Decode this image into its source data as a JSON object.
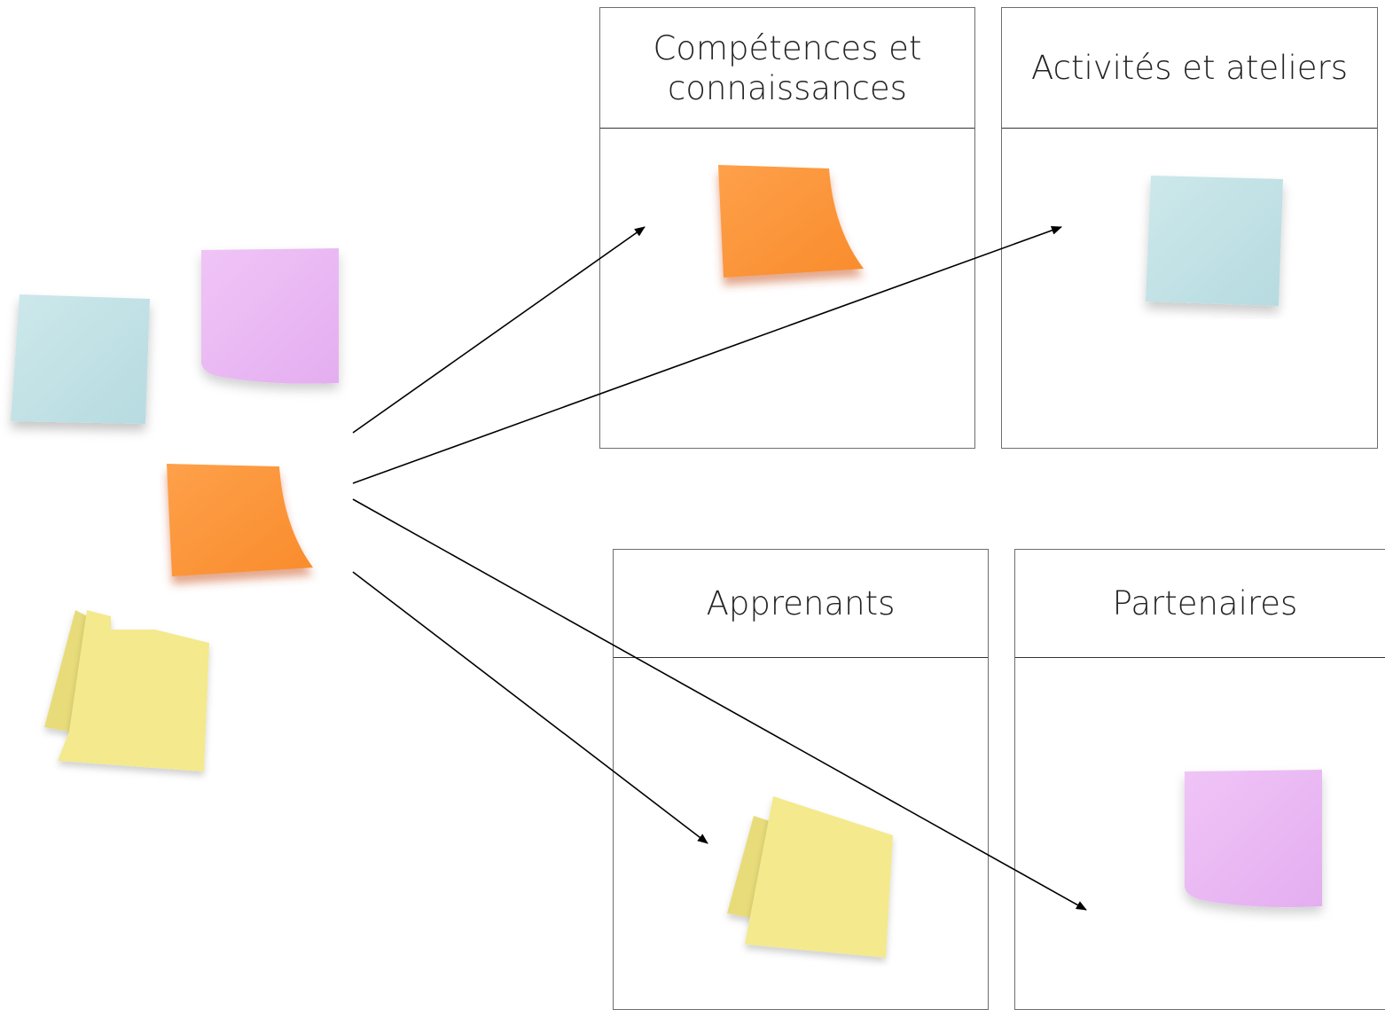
{
  "colors": {
    "teal": "#c2e2e5",
    "pink": "#eebcf5",
    "orange": "#fd9a3d",
    "yellow": "#f5ea8c",
    "line": "#000000"
  },
  "boards": [
    {
      "id": "competences",
      "title": "Compétences et\nconnaissances",
      "note_color": "orange"
    },
    {
      "id": "activites",
      "title": "Activités et ateliers",
      "note_color": "teal"
    },
    {
      "id": "apprenants",
      "title": "Apprenants",
      "note_color": "yellow"
    },
    {
      "id": "partenaires",
      "title": "Partenaires",
      "note_color": "pink"
    }
  ],
  "source_notes": [
    "teal",
    "pink",
    "orange",
    "yellow"
  ],
  "arrows": [
    {
      "from": "source",
      "to": "competences"
    },
    {
      "from": "source",
      "to": "activites"
    },
    {
      "from": "source",
      "to": "partenaires"
    },
    {
      "from": "source",
      "to": "apprenants"
    }
  ]
}
